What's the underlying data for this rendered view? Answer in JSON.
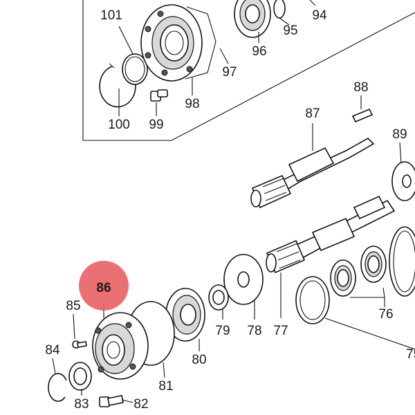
{
  "diagram": {
    "highlight": {
      "label": "86",
      "color": "#e8575a",
      "text_color": "#b01e22"
    },
    "labels": {
      "p76": "76",
      "p77": "77",
      "p78": "78",
      "p79": "79",
      "p80": "80",
      "p81": "81",
      "p82": "82",
      "p83": "83",
      "p84": "84",
      "p85": "85",
      "p87": "87",
      "p88": "88",
      "p89": "89",
      "p94": "94",
      "p95": "95",
      "p96": "96",
      "p97": "97",
      "p98": "98",
      "p99": "99",
      "p100": "100",
      "p101": "101",
      "p75_partial": "75"
    }
  }
}
